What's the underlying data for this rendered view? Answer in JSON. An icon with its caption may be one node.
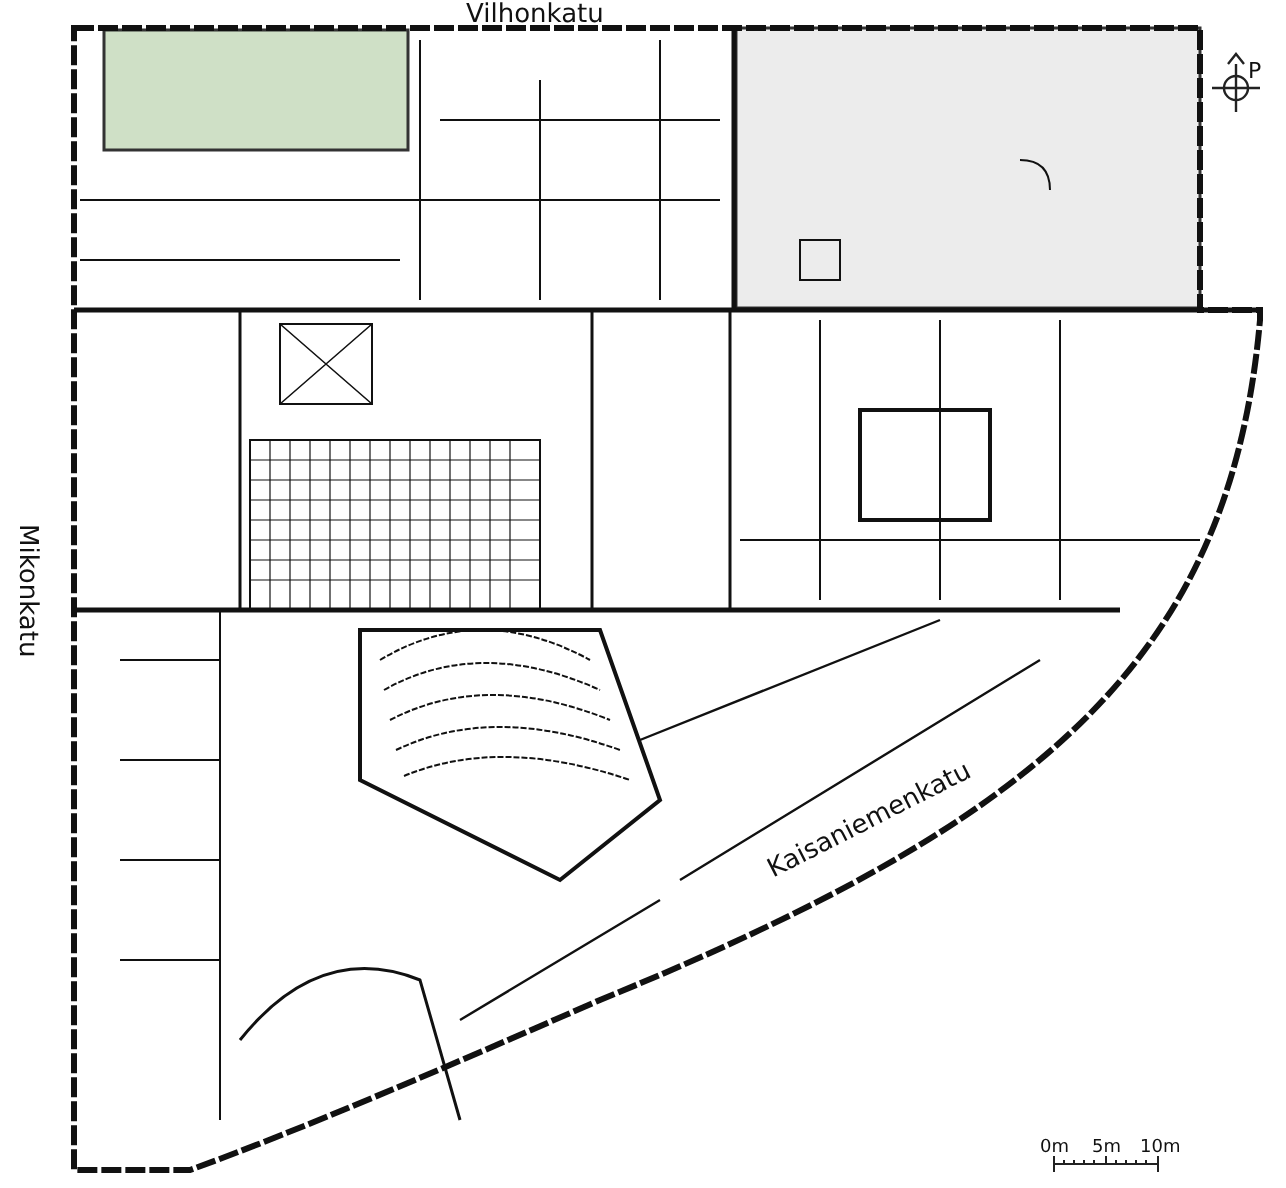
{
  "diagram": {
    "labels": [
      "Vilhonkatu",
      "P",
      "Mikonkatu",
      "Kaisaniemenkatu",
      "0m",
      "5m",
      "10m"
    ]
  }
}
